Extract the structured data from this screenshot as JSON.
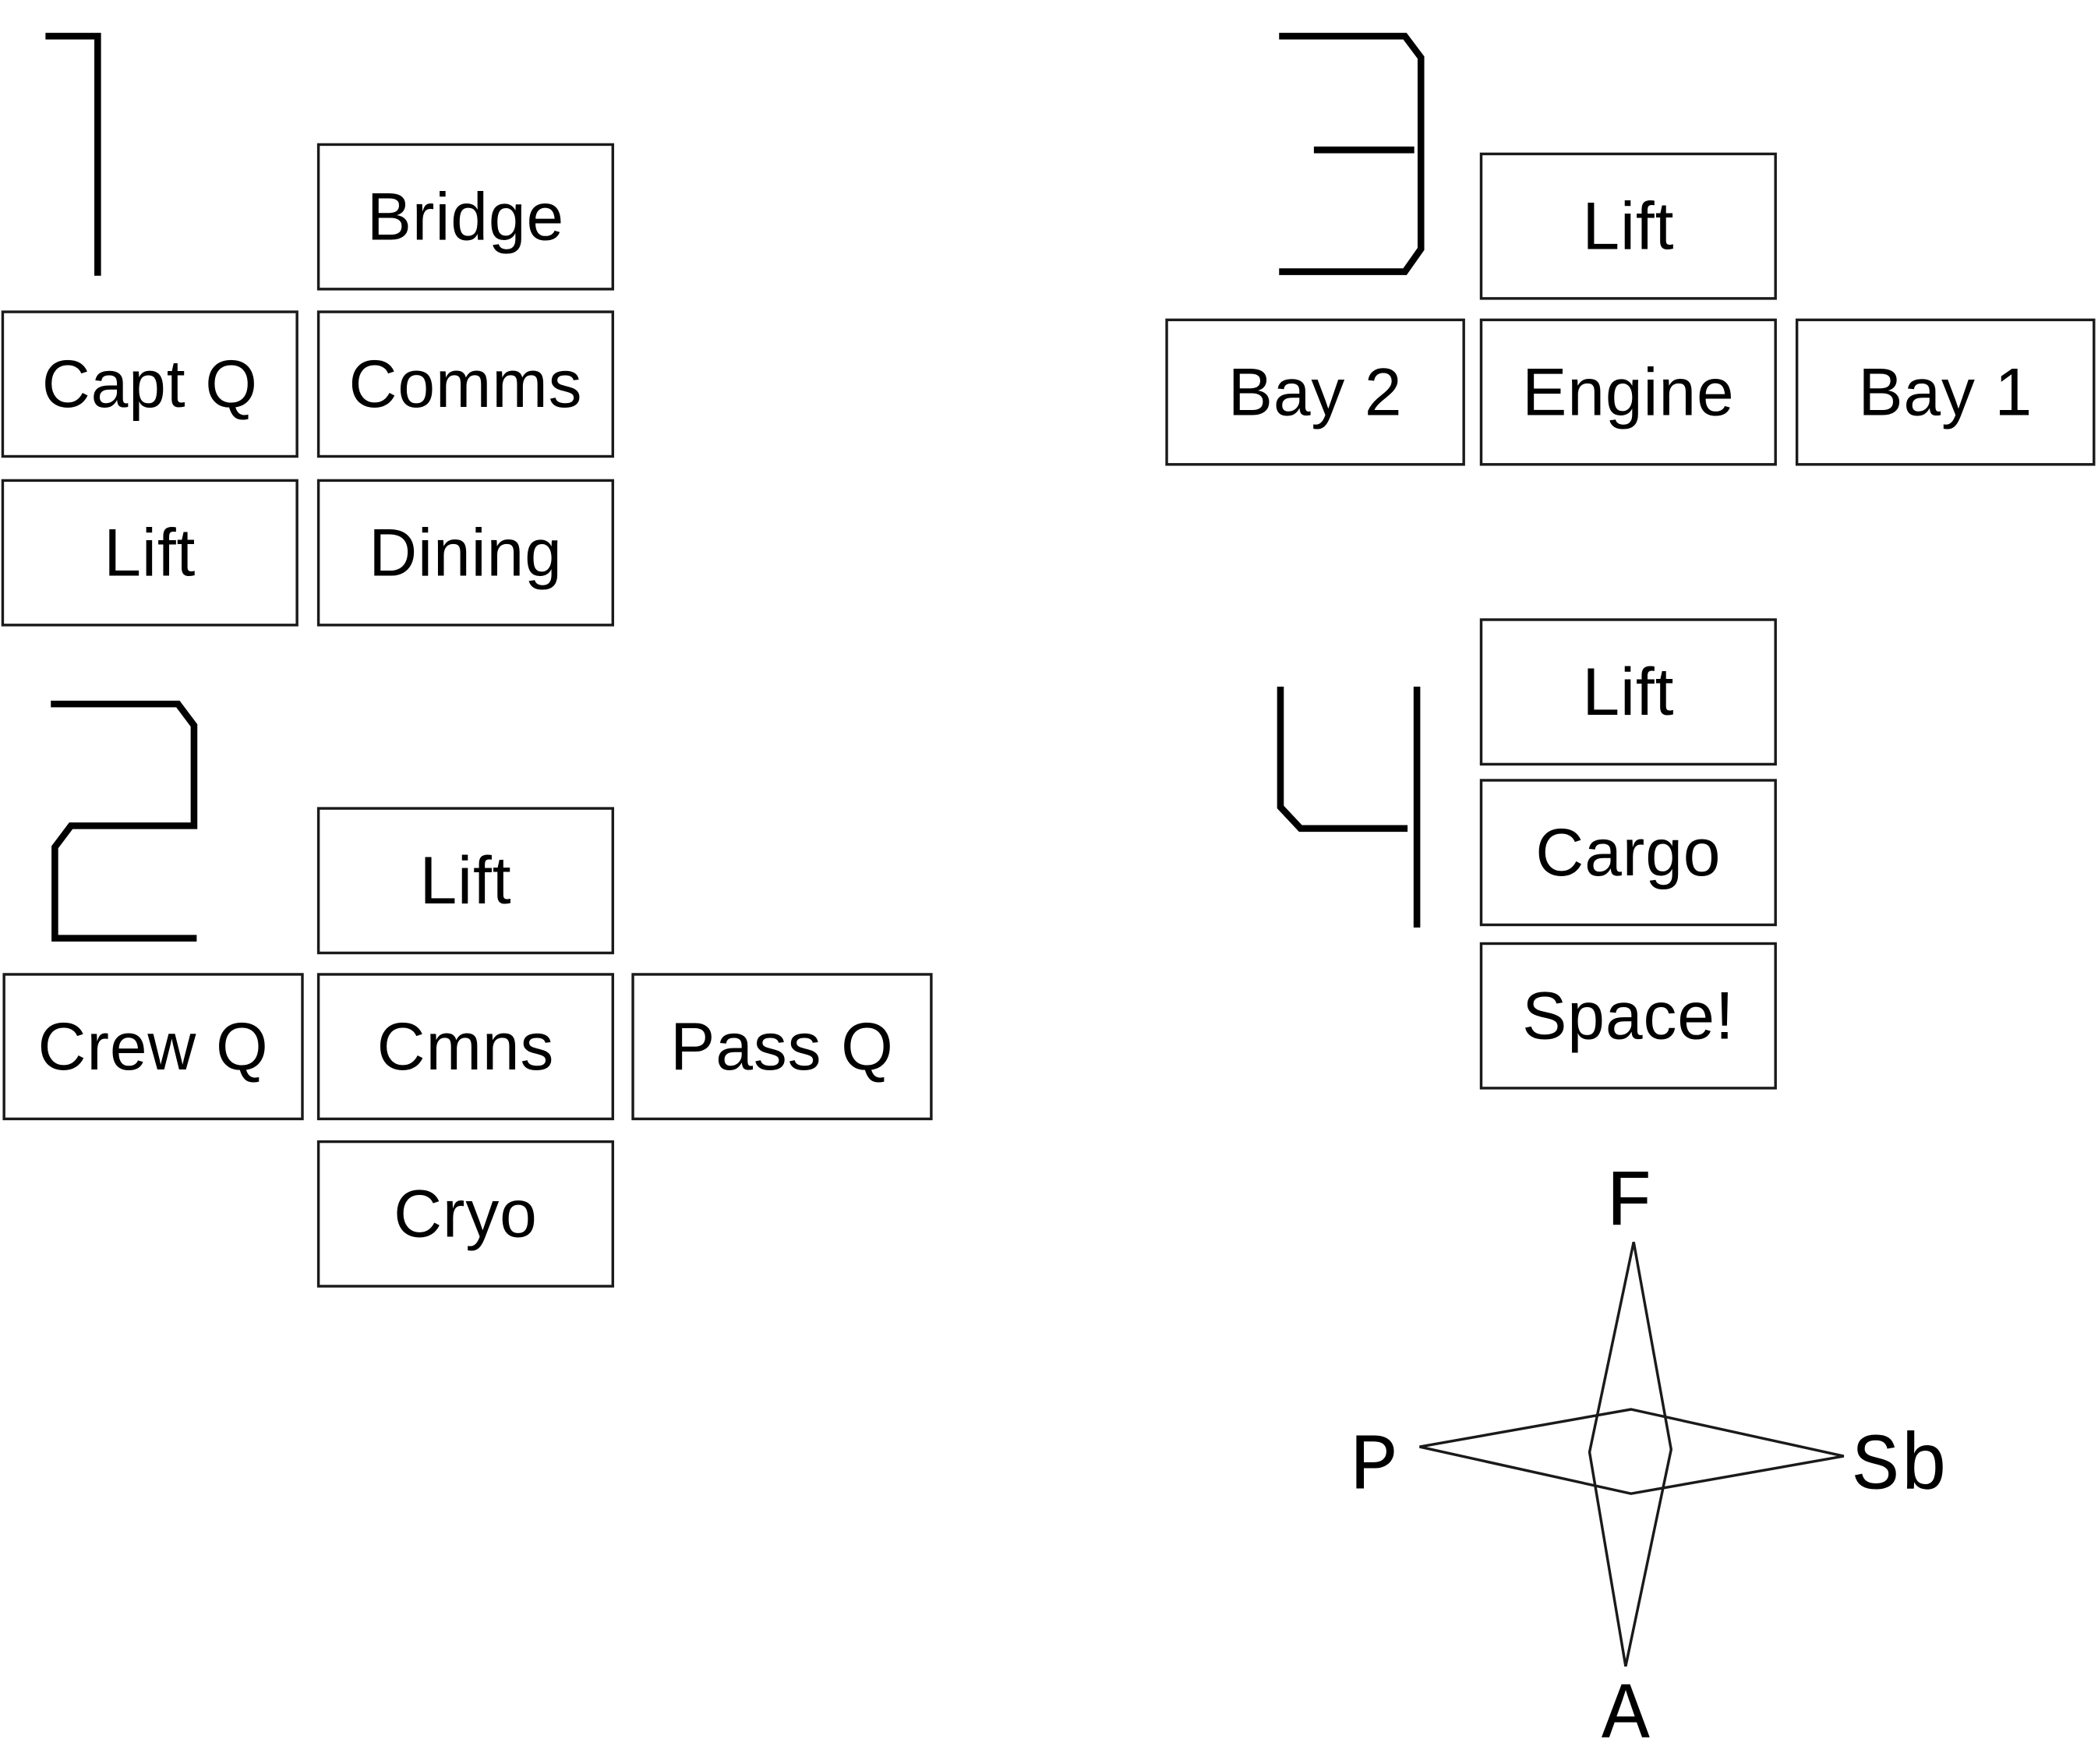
{
  "decks": [
    {
      "number": "1",
      "rooms": [
        "Bridge",
        "Capt Q",
        "Comms",
        "Lift",
        "Dining"
      ]
    },
    {
      "number": "2",
      "rooms": [
        "Lift",
        "Crew Q",
        "Cmns",
        "Pass Q",
        "Cryo"
      ]
    },
    {
      "number": "3",
      "rooms": [
        "Lift",
        "Bay 2",
        "Engine",
        "Bay 1"
      ]
    },
    {
      "number": "4",
      "rooms": [
        "Lift",
        "Cargo",
        "Space!"
      ]
    }
  ],
  "compass": {
    "forward": "F",
    "aft": "A",
    "port": "P",
    "starboard": "Sb"
  }
}
